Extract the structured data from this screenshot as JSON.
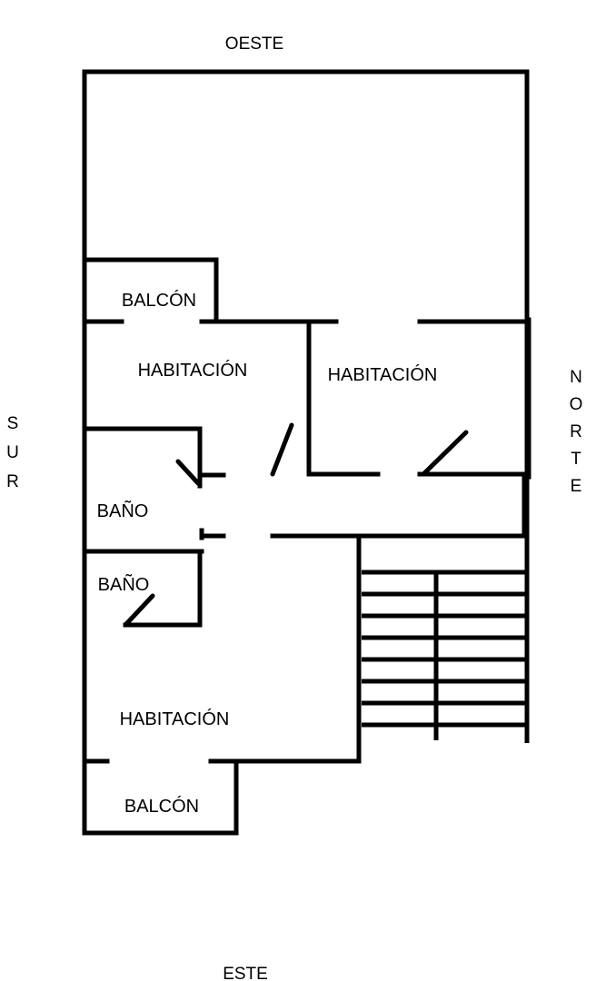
{
  "compass": {
    "top": "OESTE",
    "bottom": "ESTE",
    "left": "SUR",
    "right": "NORTE"
  },
  "rooms": {
    "balcony_top": "BALCÓN",
    "bedroom_left": "HABITACIÓN",
    "bedroom_right": "HABITACIÓN",
    "bath_1": "BAÑO",
    "bath_2": "BAÑO",
    "bedroom_bottom": "HABITACIÓN",
    "balcony_bottom": "BALCÓN"
  },
  "colors": {
    "line": "#000000",
    "background": "#ffffff"
  }
}
